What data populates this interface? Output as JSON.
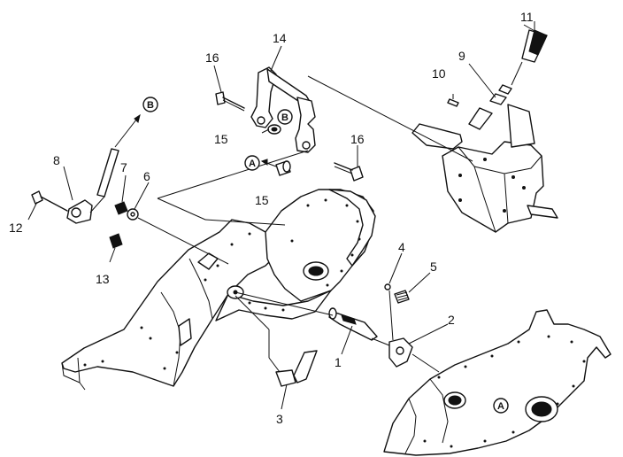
{
  "labels": {
    "p1": "1",
    "p2": "2",
    "p3": "3",
    "p4": "4",
    "p5": "5",
    "p6": "6",
    "p7": "7",
    "p8": "8",
    "p9": "9",
    "p10": "10",
    "p11": "11",
    "p12": "12",
    "p13": "13",
    "p14": "14",
    "p15a": "15",
    "p15b": "15",
    "p16a": "16",
    "p16b": "16"
  },
  "refs": {
    "A_left": "A",
    "A_right": "A",
    "B_top": "B",
    "B_lever": "B"
  }
}
